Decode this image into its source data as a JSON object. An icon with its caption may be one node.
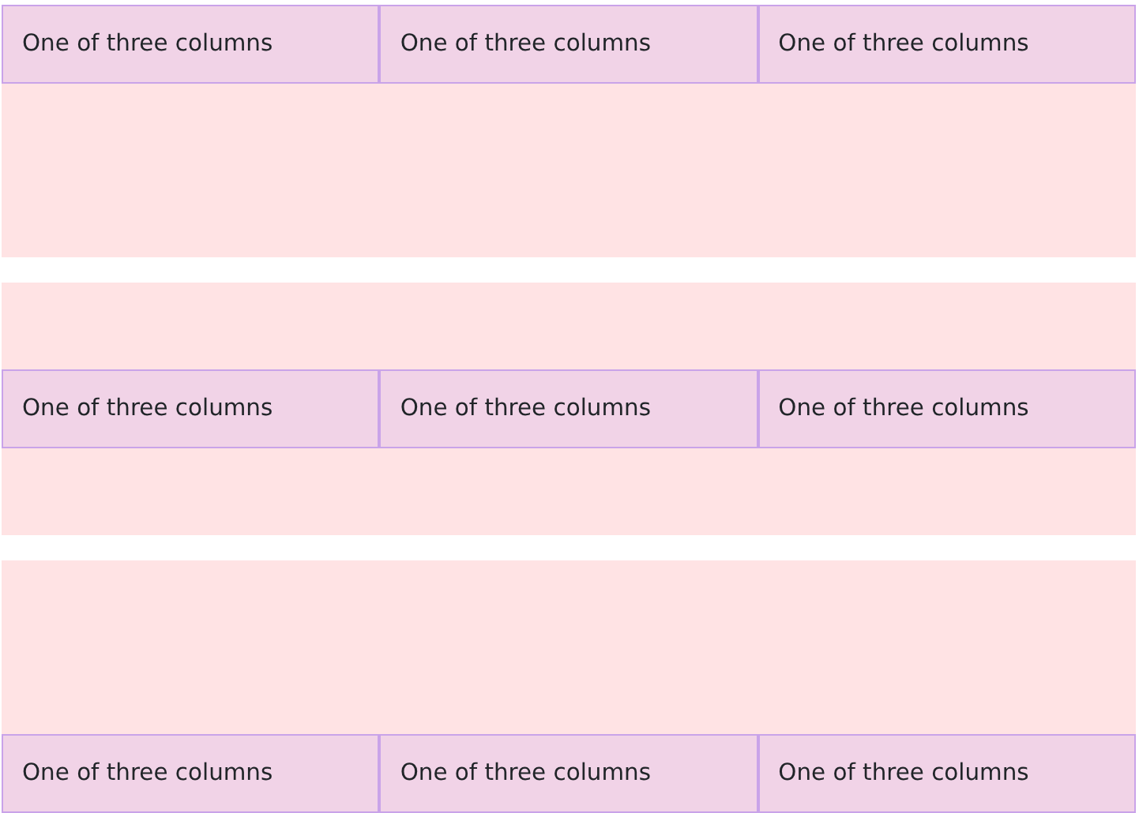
{
  "diagram": {
    "nodes": [
      {
        "text": [],
        "shape": "box"
      },
      {
        "text": [
          "One of three columns"
        ],
        "in": 0
      },
      {
        "text": [
          "One of three columns"
        ],
        "in": 0
      },
      {
        "text": [
          "One of three columns"
        ],
        "in": 0
      },
      {
        "text": [],
        "shape": "box"
      },
      {
        "text": [
          "One of three columns"
        ],
        "in": 4
      },
      {
        "text": [
          "One of three columns"
        ],
        "in": 4
      },
      {
        "text": [
          "One of three columns"
        ],
        "in": 4
      },
      {
        "text": [],
        "shape": "box"
      },
      {
        "text": [
          "One of three columns"
        ],
        "in": 8
      },
      {
        "text": [
          "One of three columns"
        ],
        "in": 8
      },
      {
        "text": [
          "One of three columns"
        ],
        "in": 8
      }
    ]
  }
}
